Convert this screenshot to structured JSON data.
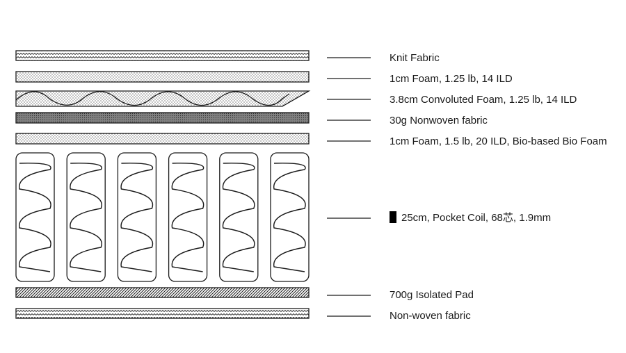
{
  "diagram": {
    "colors": {
      "stroke": "#1a1a1a",
      "nonwoven_fill": "#808080",
      "marker": "#000000"
    },
    "layers": [
      {
        "id": "knit-fabric",
        "label": "Knit Fabric",
        "pattern": "zigzag"
      },
      {
        "id": "foam-1cm",
        "label": "1cm Foam, 1.25 lb, 14 ILD",
        "pattern": "dots"
      },
      {
        "id": "convoluted-foam",
        "label": "3.8cm Convoluted Foam, 1.25 lb, 14 ILD",
        "pattern": "dots-wave"
      },
      {
        "id": "nonwoven-30g",
        "label": "30g Nonwoven fabric",
        "pattern": "dark-dots"
      },
      {
        "id": "bio-foam",
        "label": "1cm Foam, 1.5 lb, 20 ILD, Bio-based Bio Foam",
        "pattern": "dots"
      },
      {
        "id": "pocket-coil",
        "label": "25cm, Pocket Coil, 68芯, 1.9mm",
        "pattern": "coils",
        "coil_count": 6
      },
      {
        "id": "isolated-pad",
        "label": "700g Isolated Pad",
        "pattern": "diagonal"
      },
      {
        "id": "nonwoven-bottom",
        "label": "Non-woven fabric",
        "pattern": "zigzag"
      }
    ]
  }
}
